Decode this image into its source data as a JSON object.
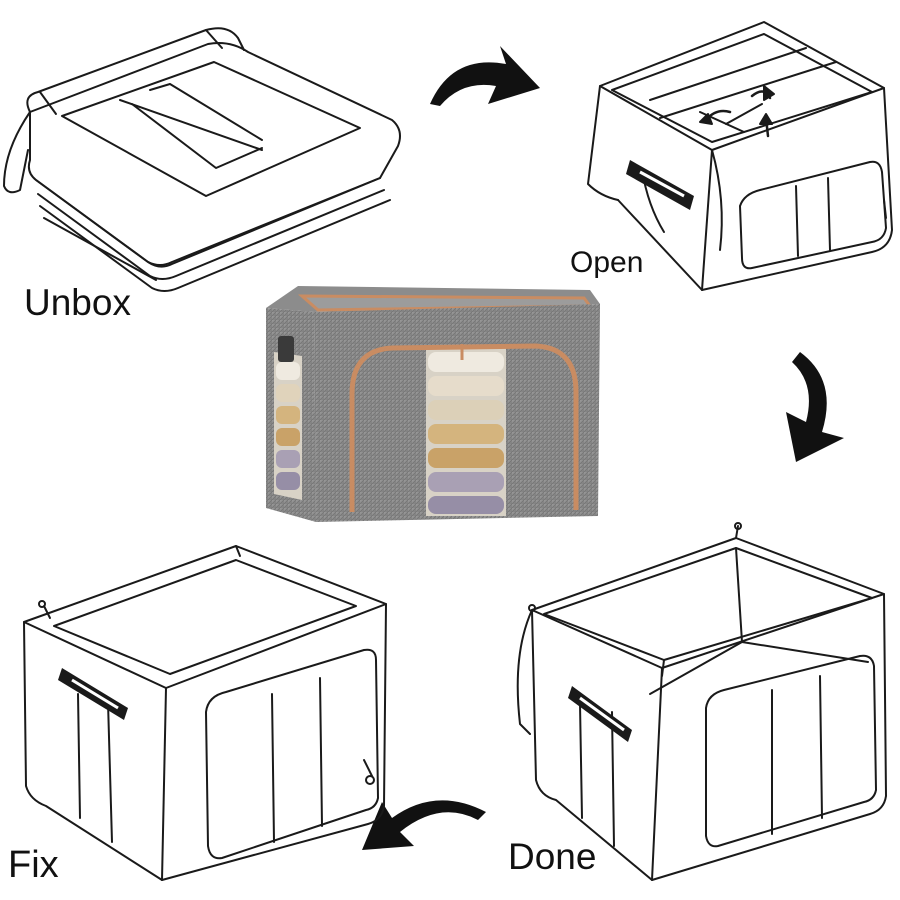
{
  "steps": {
    "unbox": "Unbox",
    "open": "Open",
    "done": "Done",
    "fix": "Fix"
  },
  "colors": {
    "line": "#1a1a1a",
    "fabric": "#8a8a8a",
    "zipper": "#c98c62",
    "arrow": "#111111"
  },
  "icons": {
    "flow_arrow": "curved-arrow-icon",
    "box_handle": "handle-icon"
  }
}
